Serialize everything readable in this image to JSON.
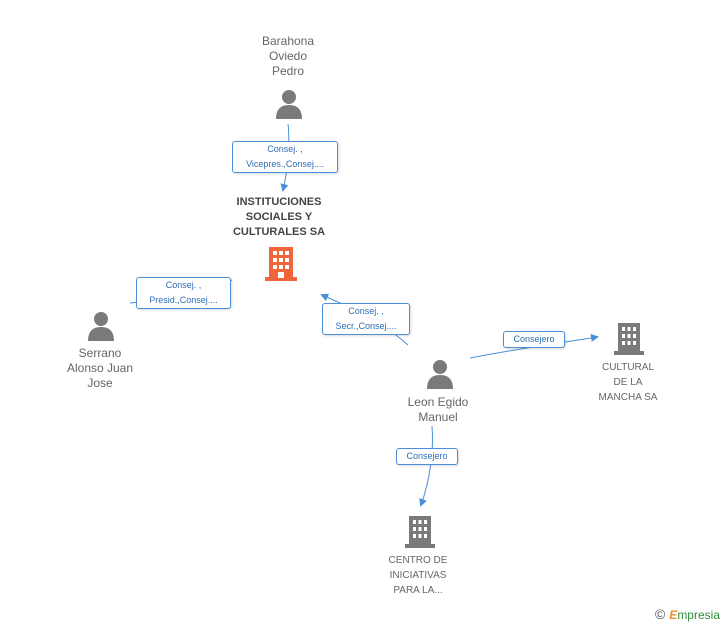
{
  "colors": {
    "edge": "#4a90d9",
    "person": "#7a7a7a",
    "company": "#7a7a7a",
    "main_company": "#f0643a"
  },
  "nodes": {
    "barahona": {
      "lines": [
        "Barahona",
        "Oviedo",
        "Pedro"
      ],
      "icon": "person-icon"
    },
    "instituciones": {
      "lines": [
        "INSTITUCIONES",
        "SOCIALES Y",
        "CULTURALES SA"
      ],
      "icon": "building-icon"
    },
    "serrano": {
      "lines": [
        "Serrano",
        "Alonso Juan",
        "Jose"
      ],
      "icon": "person-icon"
    },
    "leon": {
      "lines": [
        "Leon Egido",
        "Manuel"
      ],
      "icon": "person-icon"
    },
    "cultural": {
      "lines": [
        "CULTURAL",
        "DE LA",
        "MANCHA SA"
      ],
      "icon": "building-icon"
    },
    "centro": {
      "lines": [
        "CENTRO DE",
        "INICIATIVAS",
        "PARA LA..."
      ],
      "icon": "building-icon"
    }
  },
  "edges": {
    "barahona_inst": [
      "Consej. ,",
      "Vicepres.,Consej...."
    ],
    "serrano_inst": [
      "Consej. ,",
      "Presid.,Consej...."
    ],
    "leon_inst": [
      "Consej. ,",
      "Secr.,Consej...."
    ],
    "leon_cultural": [
      "Consejero"
    ],
    "leon_centro": [
      "Consejero"
    ]
  },
  "watermark": {
    "copyright": "©",
    "brand_first": "E",
    "brand_rest": "mpresia"
  }
}
